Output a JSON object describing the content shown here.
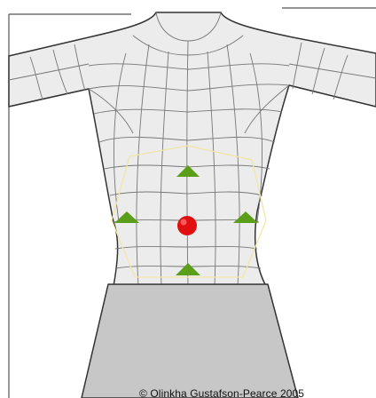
{
  "figure": {
    "copyright": "© Olinkha Gustafson-Pearce 2005"
  },
  "markers": [
    {
      "name": "marker-top",
      "shape": "triangle",
      "color": "#5a9e1a"
    },
    {
      "name": "marker-left",
      "shape": "triangle",
      "color": "#5a9e1a"
    },
    {
      "name": "marker-right",
      "shape": "triangle",
      "color": "#5a9e1a"
    },
    {
      "name": "marker-bottom",
      "shape": "triangle",
      "color": "#5a9e1a"
    },
    {
      "name": "marker-center",
      "shape": "circle",
      "color": "#e01010"
    }
  ],
  "colors": {
    "skin": "#ececec",
    "mesh": "#777777",
    "outline": "#333333",
    "shorts": "#c7c7c7",
    "zone_outline": "#f2e6a8",
    "frame": "#555555"
  }
}
